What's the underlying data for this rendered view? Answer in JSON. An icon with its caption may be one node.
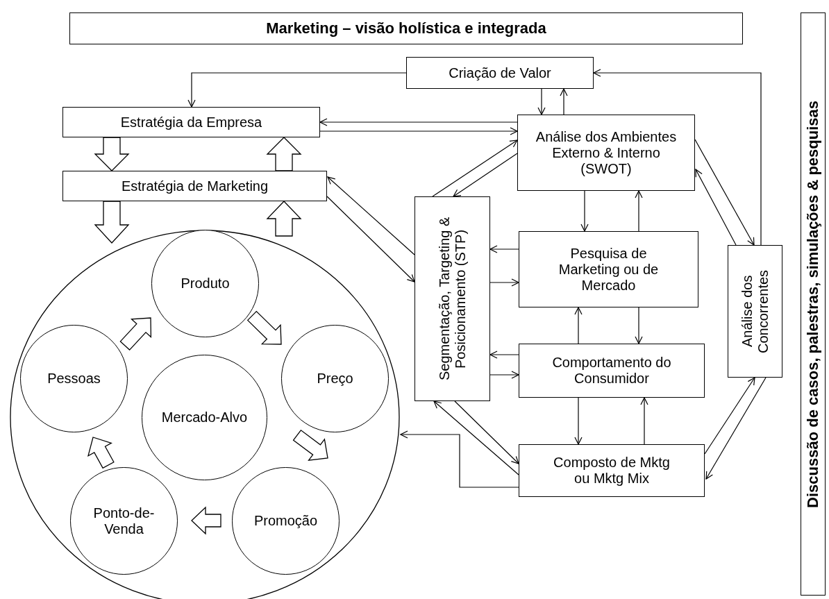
{
  "diagram": {
    "title": "Marketing – visão holística e integrada",
    "nodes": [
      {
        "text": [
          "Criação de Valor"
        ]
      },
      {
        "text": [
          "Estratégia da Empresa"
        ]
      },
      {
        "text": [
          "Estratégia de Marketing"
        ]
      },
      {
        "text": [
          "Análise dos Ambientes Externo & Interno (SWOT)"
        ]
      },
      {
        "text": [
          "Segmentação, Targeting & Posicionamento (STP)"
        ]
      },
      {
        "text": [
          "Pesquisa de Marketing ou de Mercado"
        ]
      },
      {
        "text": [
          "Comportamento do Consumidor"
        ]
      },
      {
        "text": [
          "Composto de Mktg ou Mktg Mix"
        ]
      },
      {
        "text": [
          "Análise dos Concorrentes"
        ]
      },
      {
        "text": [],
        "shape": "circle"
      },
      {
        "text": [
          "Produto"
        ],
        "in": 9
      },
      {
        "text": [
          "Preço"
        ],
        "in": 9
      },
      {
        "text": [
          "Promoção"
        ],
        "in": 9
      },
      {
        "text": [
          "Ponto-de-Venda"
        ],
        "in": 9
      },
      {
        "text": [
          "Pessoas"
        ],
        "in": 9
      },
      {
        "text": [
          "Mercado-Alvo"
        ],
        "in": 9
      },
      {
        "text": [
          "Discussão de casos, palestras, simulações & pesquisas"
        ]
      }
    ],
    "edges": [
      {
        "from": 0,
        "to": 1,
        "arrow": "to"
      },
      {
        "from": 0,
        "to": 3,
        "arrow": "to"
      },
      {
        "from": 3,
        "to": 0,
        "arrow": "to"
      },
      {
        "from": 8,
        "to": 0,
        "arrow": "to"
      },
      {
        "from": 1,
        "to": 3,
        "arrow": "to"
      },
      {
        "from": 3,
        "to": 1,
        "arrow": "to"
      },
      {
        "from": 1,
        "to": 2,
        "arrow": "to",
        "style": "thick"
      },
      {
        "from": 2,
        "to": 1,
        "arrow": "to",
        "style": "thick"
      },
      {
        "from": 2,
        "to": 9,
        "arrow": "to",
        "style": "thick"
      },
      {
        "from": 9,
        "to": 2,
        "arrow": "to",
        "style": "thick"
      },
      {
        "from": 2,
        "to": 4,
        "arrow": "to"
      },
      {
        "from": 4,
        "to": 2,
        "arrow": "to"
      },
      {
        "from": 4,
        "to": 3,
        "arrow": "to"
      },
      {
        "from": 3,
        "to": 4,
        "arrow": "to"
      },
      {
        "from": 5,
        "to": 4,
        "arrow": "to"
      },
      {
        "from": 4,
        "to": 5,
        "arrow": "to"
      },
      {
        "from": 6,
        "to": 4,
        "arrow": "to"
      },
      {
        "from": 4,
        "to": 6,
        "arrow": "to"
      },
      {
        "from": 3,
        "to": 5,
        "arrow": "to"
      },
      {
        "from": 5,
        "to": 3,
        "arrow": "to"
      },
      {
        "from": 5,
        "to": 6,
        "arrow": "to"
      },
      {
        "from": 6,
        "to": 5,
        "arrow": "to"
      },
      {
        "from": 6,
        "to": 7,
        "arrow": "to"
      },
      {
        "from": 7,
        "to": 6,
        "arrow": "to"
      },
      {
        "from": 3,
        "to": 8,
        "arrow": "to"
      },
      {
        "from": 8,
        "to": 3,
        "arrow": "to"
      },
      {
        "from": 7,
        "to": 8,
        "arrow": "to"
      },
      {
        "from": 8,
        "to": 7,
        "arrow": "to"
      },
      {
        "from": 4,
        "to": 7,
        "arrow": "to"
      },
      {
        "from": 7,
        "to": 4,
        "arrow": "to"
      },
      {
        "from": 7,
        "to": 9,
        "arrow": "to"
      },
      {
        "from": 14,
        "to": 10,
        "arrow": "to",
        "style": "thick"
      },
      {
        "from": 10,
        "to": 11,
        "arrow": "to",
        "style": "thick"
      },
      {
        "from": 11,
        "to": 12,
        "arrow": "to",
        "style": "thick"
      },
      {
        "from": 12,
        "to": 13,
        "arrow": "to",
        "style": "thick"
      },
      {
        "from": 13,
        "to": 14,
        "arrow": "to",
        "style": "thick"
      }
    ]
  }
}
